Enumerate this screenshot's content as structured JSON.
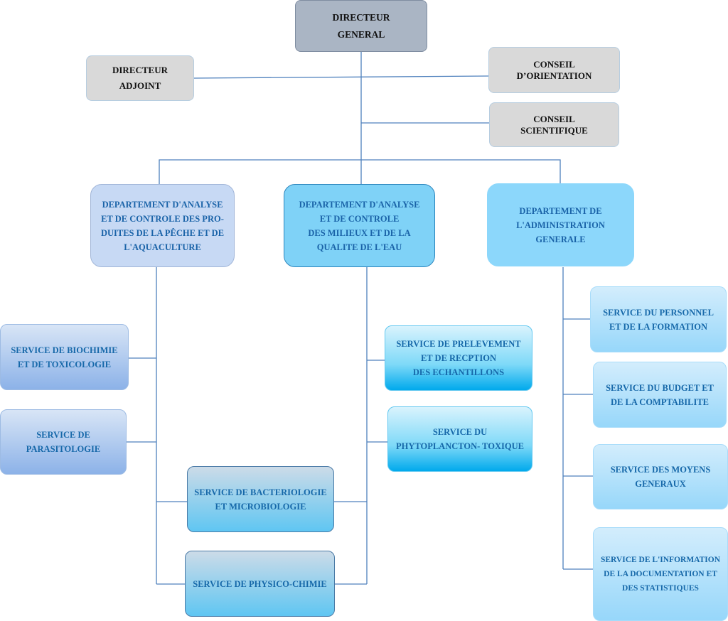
{
  "top": {
    "director_general": "DIRECTEUR\nGENERAL",
    "director_adjoint": "DIRECTEUR\nADJOINT",
    "conseil_orientation": "CONSEIL\nD’ORIENTATION",
    "conseil_scientifique": "CONSEIL\nSCIENTIFIQUE"
  },
  "departments": {
    "peche": "DEPARTEMENT D'ANALYSE\nET DE CONTROLE DES PRO-\nDUITES DE LA PÊCHE ET DE\nL'AQUACULTURE",
    "eau": "DEPARTEMENT D'ANALYSE\nET DE CONTROLE\nDES MILIEUX ET  DE LA\nQUALITE DE L'EAU",
    "admin": "DEPARTEMENT DE\nL'ADMINISTRATION\nGENERALE"
  },
  "services": {
    "biochimie": "SERVICE DE BIOCHIMIE\nET DE TOXICOLOGIE",
    "parasitologie": "SERVICE DE\nPARASITOLOGIE",
    "bacteriologie": "SERVICE DE BACTERIOLOGIE\nET  MICROBIOLOGIE",
    "physico_chimie": "SERVICE  DE PHYSICO-CHIMIE",
    "prelevement": "SERVICE DE PRELEVEMENT\nET DE  RECPTION\nDES  ECHANTILLONS",
    "phytoplancton": "SERVICE DU\nPHYTOPLANCTON- TOXIQUE",
    "personnel": "SERVICE DU PERSONNEL\nET DE LA FORMATION",
    "budget": "SERVICE DU BUDGET ET\nDE LA COMPTABILITE",
    "moyens": "SERVICE DES MOYENS\nGENERAUX",
    "information": "SERVICE DE L'INFORMATION\nDE LA DOCUMENTATION ET\nDES STATISTIQUES"
  },
  "colors": {
    "connector": "#4f81bd",
    "department_text": "#1a63a8"
  }
}
